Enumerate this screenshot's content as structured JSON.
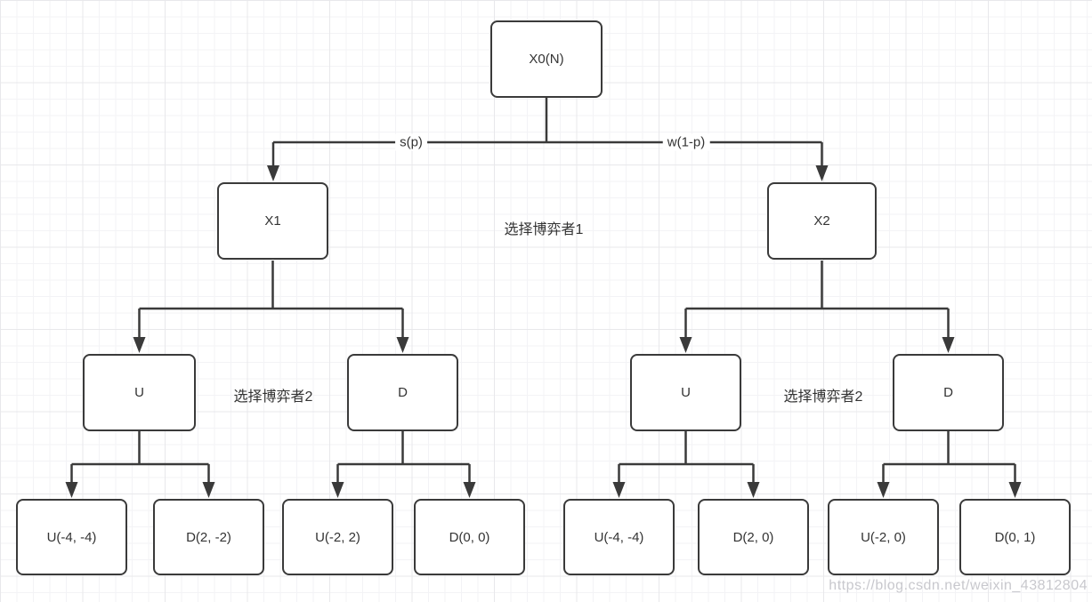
{
  "diagram": {
    "nodes": {
      "root": "X0(N)",
      "x1": "X1",
      "x2": "X2",
      "u_left": "U",
      "d_left": "D",
      "u_right": "U",
      "d_right": "D"
    },
    "edge_labels": {
      "left_branch": "s(p)",
      "right_branch": "w(1-p)"
    },
    "annotations": {
      "choose_player1": "选择博弈者1",
      "choose_player2_left": "选择博弈者2",
      "choose_player2_right": "选择博弈者2"
    },
    "leaves": [
      "U(-4, -4)",
      "D(2, -2)",
      "U(-2, 2)",
      "D(0, 0)",
      "U(-4, -4)",
      "D(2, 0)",
      "U(-2, 0)",
      "D(0, 1)"
    ],
    "watermark": "https://blog.csdn.net/weixin_43812804",
    "colors": {
      "line": "#3a3a3a",
      "box_border": "#3a3a3a",
      "box_fill": "#ffffff",
      "text": "#333333",
      "grid_minor": "#f3f3f6",
      "grid_major": "#e8e8eb",
      "watermark": "#bebec4"
    }
  }
}
